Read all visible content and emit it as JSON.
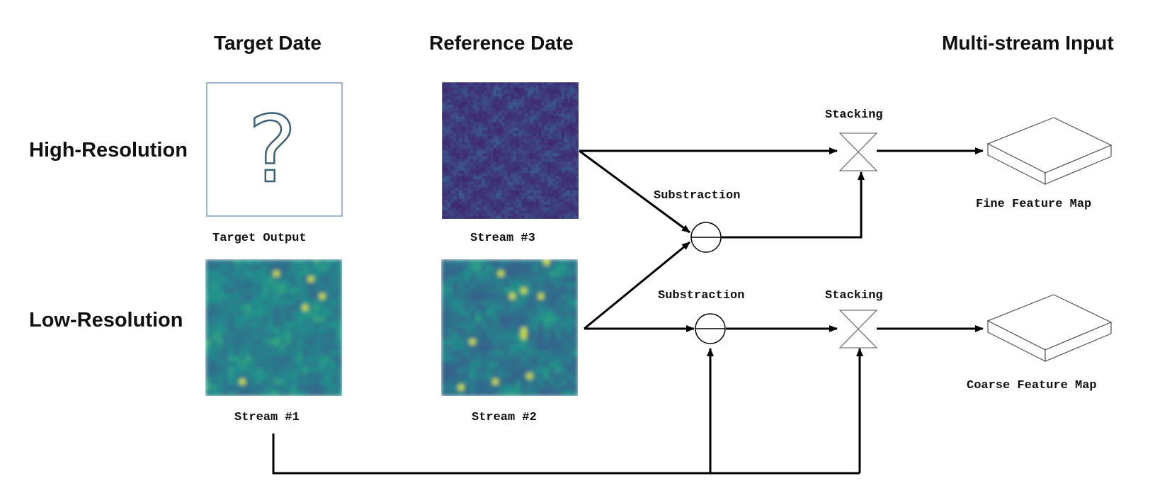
{
  "headers": {
    "target_date": "Target Date",
    "reference_date": "Reference Date",
    "multi_stream_input": "Multi-stream Input"
  },
  "rows": {
    "high_resolution": "High-Resolution",
    "low_resolution": "Low-Resolution"
  },
  "images": {
    "target_output": {
      "label": "Target Output",
      "symbol": "?"
    },
    "stream_1": {
      "label": "Stream #1"
    },
    "stream_2": {
      "label": "Stream #2"
    },
    "stream_3": {
      "label": "Stream #3"
    }
  },
  "operations": {
    "stacking_top": "Stacking",
    "stacking_bottom": "Stacking",
    "subtraction_top": "Substraction",
    "subtraction_bottom": "Substraction"
  },
  "outputs": {
    "fine": "Fine Feature Map",
    "coarse": "Coarse Feature Map"
  },
  "colors": {
    "line": "#000000",
    "target_box_border": "#9fb6cf",
    "question_mark_stroke": "#3d5f75",
    "stream_low_res_base": "#2f8f7a",
    "stream_high_res_base": "#3b4e8f"
  }
}
